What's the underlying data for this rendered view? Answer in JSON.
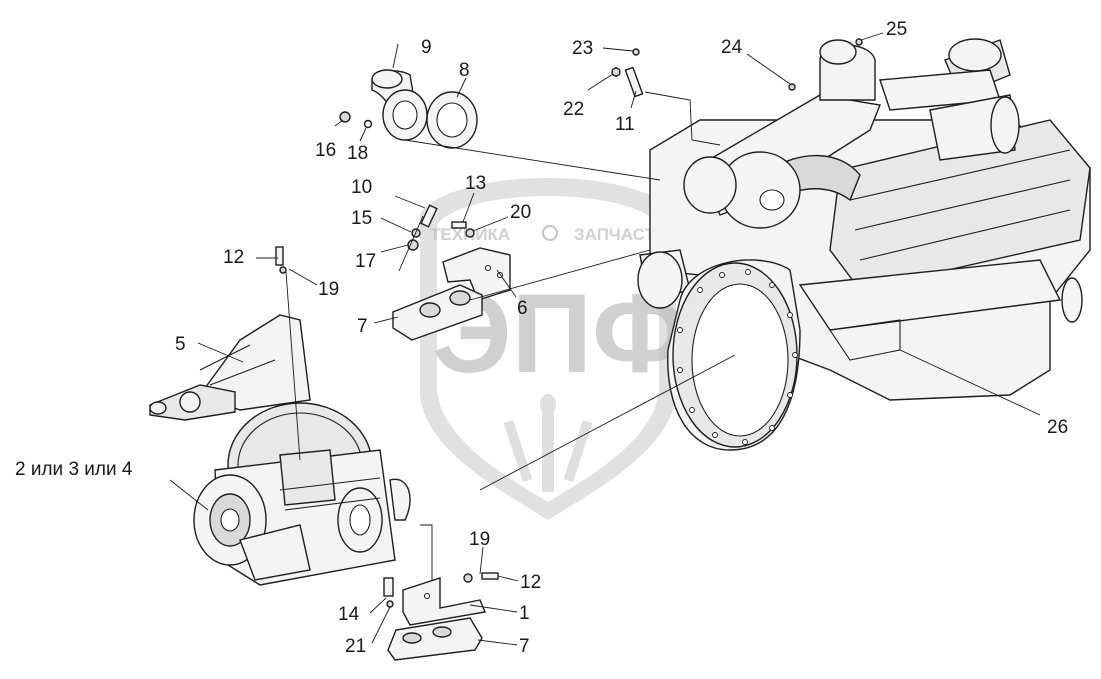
{
  "watermark": {
    "line1": "ТЕХНИКА",
    "line2": "ЗАПЧАСТИ",
    "logo": "ЭПФ",
    "color": "#c9c9c9"
  },
  "callouts": [
    {
      "id": "c1",
      "text": "1"
    },
    {
      "id": "c2",
      "text": "2 или 3 или 4"
    },
    {
      "id": "c5",
      "text": "5"
    },
    {
      "id": "c6",
      "text": "6"
    },
    {
      "id": "c7a",
      "text": "7"
    },
    {
      "id": "c7b",
      "text": "7"
    },
    {
      "id": "c8",
      "text": "8"
    },
    {
      "id": "c9",
      "text": "9"
    },
    {
      "id": "c10",
      "text": "10"
    },
    {
      "id": "c11",
      "text": "11"
    },
    {
      "id": "c12a",
      "text": "12"
    },
    {
      "id": "c12b",
      "text": "12"
    },
    {
      "id": "c13",
      "text": "13"
    },
    {
      "id": "c14",
      "text": "14"
    },
    {
      "id": "c15",
      "text": "15"
    },
    {
      "id": "c16",
      "text": "16"
    },
    {
      "id": "c17",
      "text": "17"
    },
    {
      "id": "c18",
      "text": "18"
    },
    {
      "id": "c19a",
      "text": "19"
    },
    {
      "id": "c19b",
      "text": "19"
    },
    {
      "id": "c20",
      "text": "20"
    },
    {
      "id": "c21",
      "text": "21"
    },
    {
      "id": "c22",
      "text": "22"
    },
    {
      "id": "c23",
      "text": "23"
    },
    {
      "id": "c24",
      "text": "24"
    },
    {
      "id": "c25",
      "text": "25"
    },
    {
      "id": "c26",
      "text": "26"
    }
  ]
}
